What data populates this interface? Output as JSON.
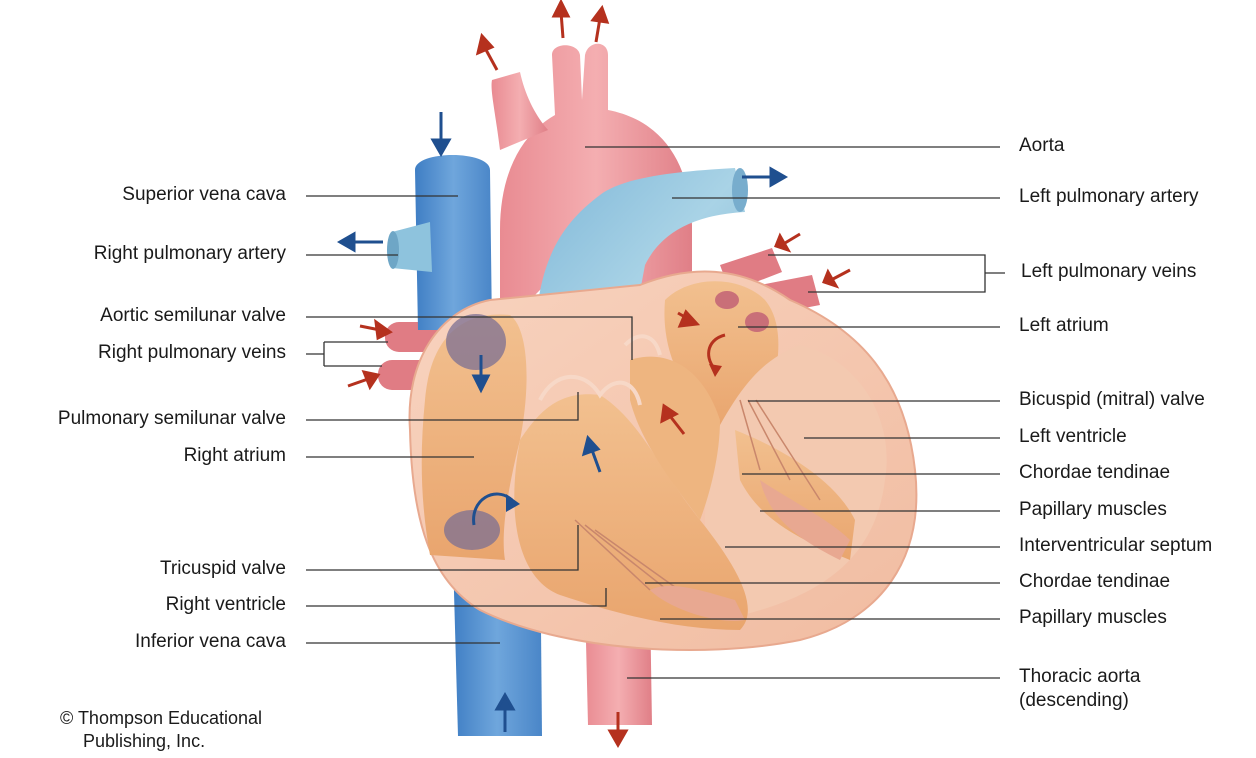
{
  "labels_left": [
    "Superior vena cava",
    "Right pulmonary artery",
    "Aortic semilunar valve",
    "Right pulmonary veins",
    "Pulmonary semilunar valve",
    "Right atrium",
    "Tricuspid valve",
    "Right ventricle",
    "Inferior vena cava"
  ],
  "labels_right": [
    "Aorta",
    "Left pulmonary artery",
    "Left pulmonary veins",
    "Left atrium",
    "Bicuspid (mitral) valve",
    "Left ventricle",
    "Chordae tendinae",
    "Papillary muscles",
    "Interventricular septum",
    "Chordae tendinae",
    "Papillary muscles",
    "Thoracic aorta",
    "(descending)"
  ],
  "copyright": {
    "line1": "© Thompson Educational",
    "line2": "Publishing, Inc."
  },
  "colors": {
    "oxygenated_arrow": "#b5311e",
    "deoxygenated_arrow": "#1f4f8f",
    "vena_cava": "#5b93cf",
    "pulmonary_artery": "#8ec3dd",
    "aorta": "#e88a90",
    "heart_wall": "#f6cbb3",
    "chamber": "#eeb17c",
    "leader_line": "#333333"
  }
}
